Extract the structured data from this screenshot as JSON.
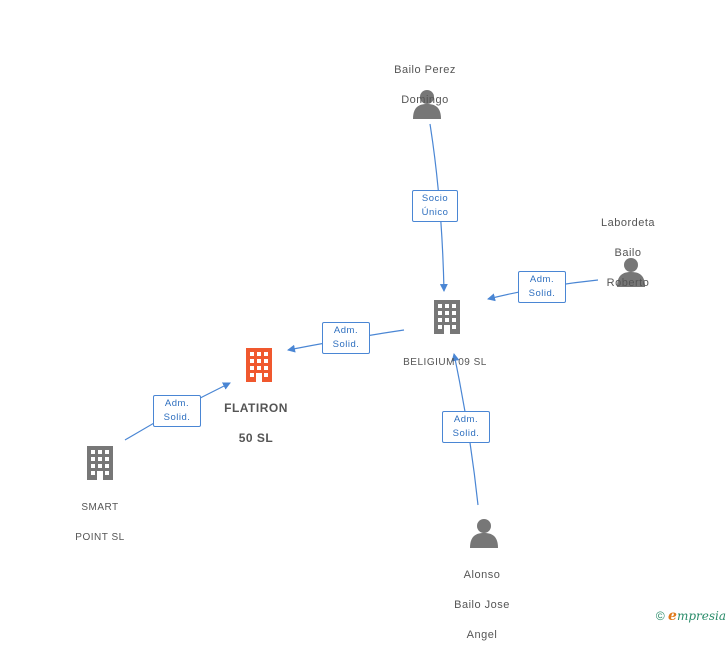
{
  "nodes": {
    "flatiron": {
      "line1": "FLATIRON",
      "line2": "50  SL",
      "color": "#f0582e"
    },
    "beligium": {
      "label": "BELIGIUM 09 SL",
      "color": "#777777"
    },
    "smart": {
      "line1": "SMART",
      "line2": "POINT  SL",
      "color": "#777777"
    },
    "bailo_perez": {
      "line1": "Bailo Perez",
      "line2": "Domingo"
    },
    "labordeta": {
      "line1": "Labordeta",
      "line2": "Bailo",
      "line3": "Roberto"
    },
    "alonso": {
      "line1": "Alonso",
      "line2": "Bailo Jose",
      "line3": "Angel"
    }
  },
  "edges": {
    "socio_unico": {
      "line1": "Socio",
      "line2": "Único"
    },
    "labordeta_adm": {
      "line1": "Adm.",
      "line2": "Solid."
    },
    "beligium_adm": {
      "line1": "Adm.",
      "line2": "Solid."
    },
    "smart_adm": {
      "line1": "Adm.",
      "line2": "Solid."
    },
    "alonso_adm": {
      "line1": "Adm.",
      "line2": "Solid."
    }
  },
  "footer": {
    "copyright": "©",
    "brand_e": "e",
    "brand_rest": "mpresia"
  },
  "colors": {
    "edge": "#4a86d4",
    "person": "#777777"
  }
}
